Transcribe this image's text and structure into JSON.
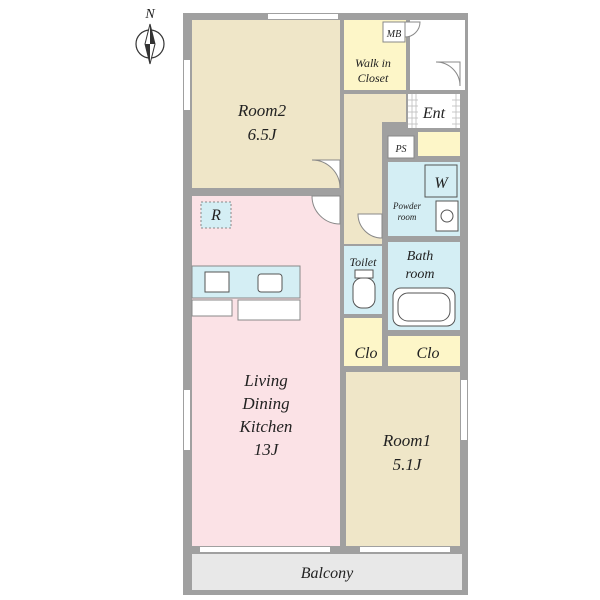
{
  "compass": {
    "north_label": "N"
  },
  "rooms": {
    "room2": {
      "name": "Room2",
      "size": "6.5J"
    },
    "walk_in_closet": {
      "line1": "Walk in",
      "line2": "Closet"
    },
    "mb": {
      "label": "MB"
    },
    "ent": {
      "label": "Ent"
    },
    "ps": {
      "label": "PS"
    },
    "washer": {
      "label": "W"
    },
    "powder_room": {
      "line1": "Powder",
      "line2": "room"
    },
    "refrigerator": {
      "label": "R"
    },
    "toilet": {
      "label": "Toilet"
    },
    "bath_room": {
      "line1": "Bath",
      "line2": "room"
    },
    "closet_a": {
      "label": "Clo"
    },
    "closet_b": {
      "label": "Clo"
    },
    "ldk": {
      "line1": "Living",
      "line2": "Dining",
      "line3": "Kitchen",
      "line4": "13J"
    },
    "room1": {
      "name": "Room1",
      "size": "5.1J"
    },
    "balcony": {
      "label": "Balcony"
    }
  },
  "colors": {
    "wall": "#a0a0a0",
    "room_tan": "#efe6c8",
    "wet_area": "#d4eef4",
    "ldk_pink": "#fbe2e6",
    "closet_yellow": "#fdf6c8",
    "balcony_gray": "#e8e8e8",
    "entrance_tile": "#ffffff"
  }
}
